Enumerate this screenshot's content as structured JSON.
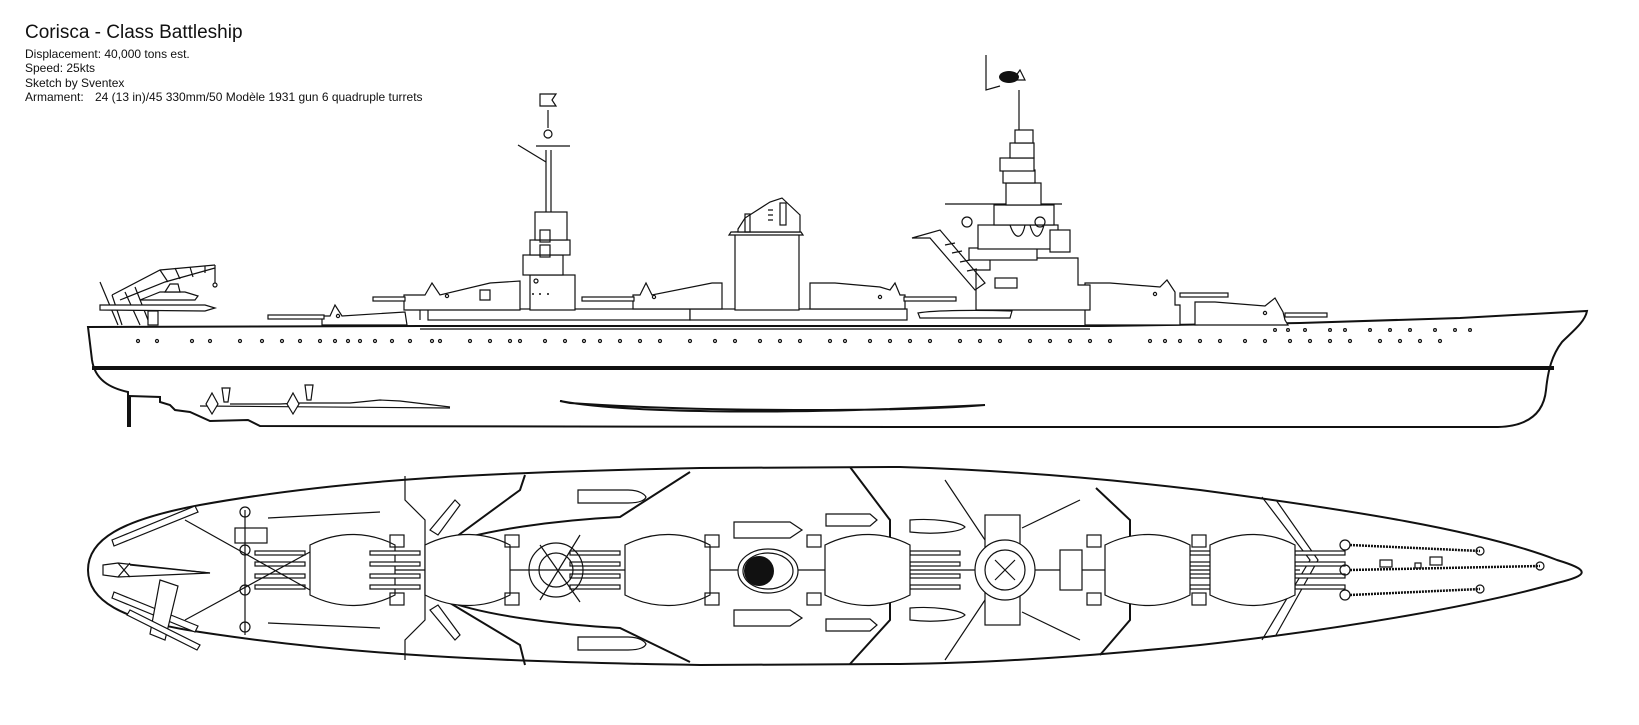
{
  "drawing": {
    "title": "Corisca - Class Battleship",
    "displacement": "Displacement: 40,000 tons est.",
    "speed": "Speed: 25kts",
    "credit": "Sketch by Sventex",
    "armament_label": "Armament:",
    "armament_value": "24 (13 in)/45 330mm/50 Modèle 1931 gun 6 quadruple turrets"
  },
  "views": {
    "profile": "side-elevation",
    "plan": "top-plan"
  },
  "colors": {
    "ink": "#111111",
    "paper": "#ffffff"
  }
}
